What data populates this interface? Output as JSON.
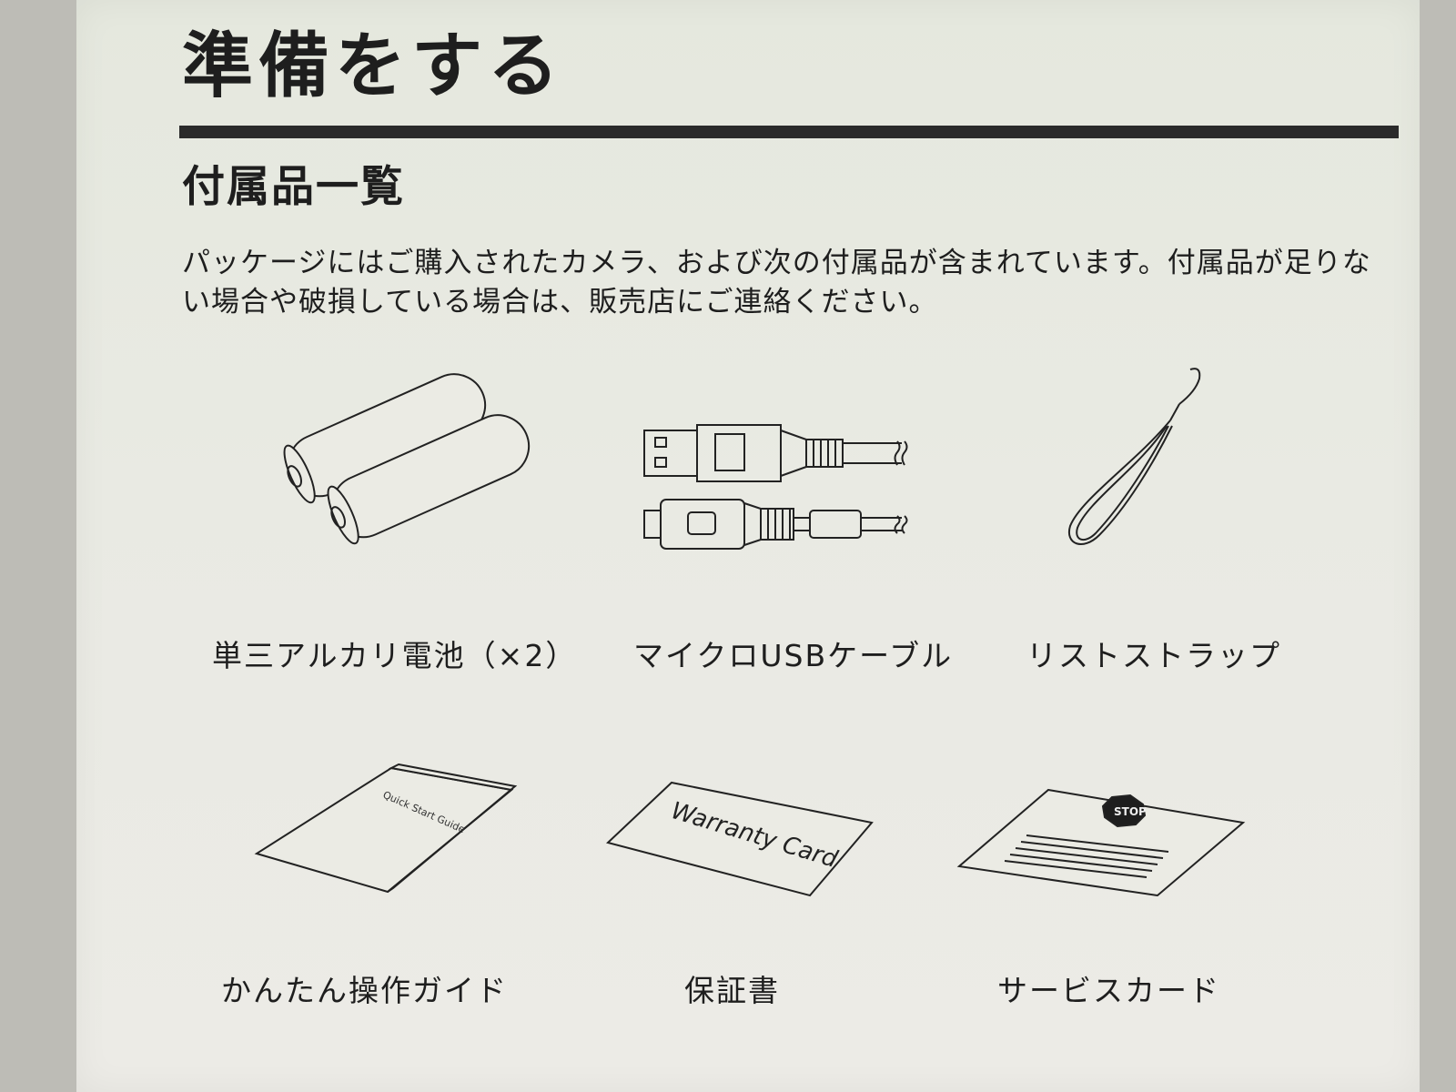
{
  "section": {
    "title": "準備をする",
    "subtitle": "付属品一覧",
    "intro": "パッケージにはご購入されたカメラ、および次の付属品が含まれています。付属品が足りない場合や破損している場合は、販売店にご連絡ください。"
  },
  "accessories": [
    {
      "label": "単三アルカリ電池（×2）",
      "icon": "batteries-icon"
    },
    {
      "label": "マイクロUSBケーブル",
      "icon": "usb-cable-icon"
    },
    {
      "label": "リストストラップ",
      "icon": "wrist-strap-icon"
    },
    {
      "label": "かんたん操作ガイド",
      "icon": "quick-start-guide-icon",
      "printed_text": "Quick Start Guide"
    },
    {
      "label": "保証書",
      "icon": "warranty-card-icon",
      "printed_text": "Warranty Card"
    },
    {
      "label": "サービスカード",
      "icon": "service-card-icon",
      "printed_text": "STOP"
    }
  ]
}
